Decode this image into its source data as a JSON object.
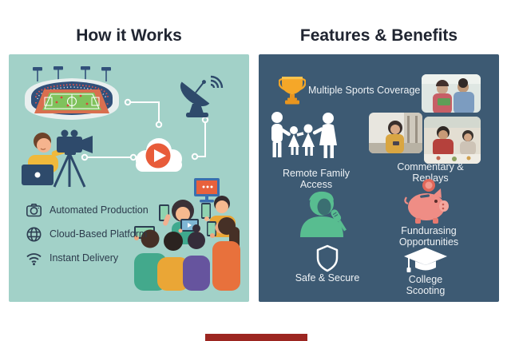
{
  "header": {
    "left_title": "How it Works",
    "right_title": "Features & Benefits"
  },
  "left_panel": {
    "bg_color": "#a2d1c8",
    "features": [
      {
        "icon": "camera-icon",
        "label": "Automated Production"
      },
      {
        "icon": "globe-icon",
        "label": "Cloud-Based Platform"
      },
      {
        "icon": "wifi-icon",
        "label": "Instant Delivery"
      }
    ],
    "illustrations": [
      "stadium",
      "satellite-dish",
      "cloud-with-play-button",
      "camera-operator",
      "crowd-watching-phones"
    ]
  },
  "right_panel": {
    "bg_color": "#3d5a73",
    "features": [
      {
        "icon": "trophy-icon",
        "label": "Multiple Sports Coverage"
      },
      {
        "icon": "family-icon",
        "label": "Remote Family Access"
      },
      {
        "icon": "photo-collage",
        "label": "Commentary & Replays"
      },
      {
        "icon": "piggy-bank-icon",
        "label": "Fundurasing Opportunities"
      },
      {
        "icon": "shield-icon",
        "label": "Safe & Secure"
      },
      {
        "icon": "graduation-cap-icon",
        "label": "College Scooting"
      }
    ]
  },
  "footer": {
    "video_bar_color": "#9c2621"
  },
  "colors": {
    "left_panel_bg": "#a2d1c8",
    "right_panel_bg": "#3d5a73",
    "title_text": "#202531",
    "left_label_text": "#2c3b4c",
    "right_label_text": "#eef2f5",
    "accent_orange": "#e85c3a",
    "trophy_gold": "#f5a728",
    "piggy_pink": "#ef8d85",
    "commentator_green": "#58bd90",
    "illustration_navy": "#2e4a6b",
    "video_bar_red": "#9c2621"
  }
}
